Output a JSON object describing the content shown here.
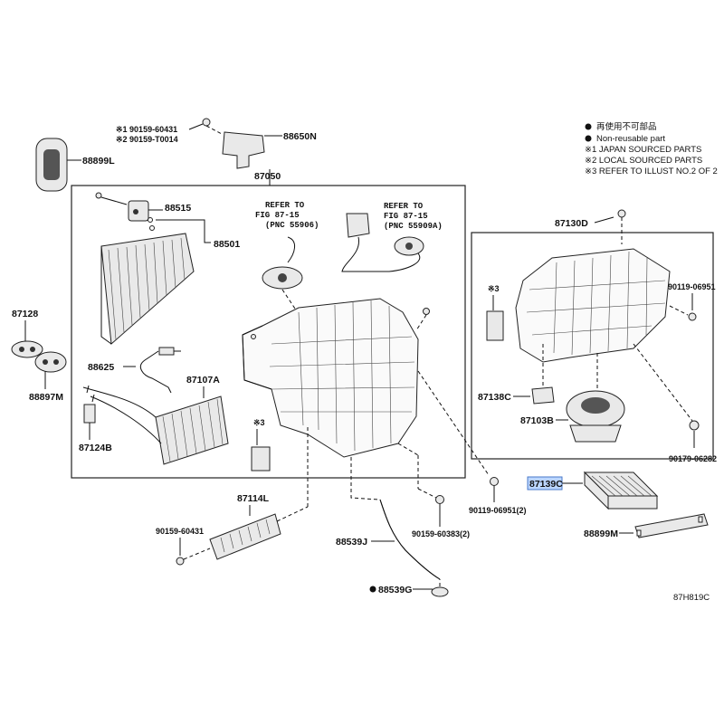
{
  "legend": {
    "line1": "再使用不可部品",
    "line2": "Non-reusable part",
    "line3": "※1 JAPAN SOURCED PARTS",
    "line4": "※2 LOCAL SOURCED PARTS",
    "line5": "※3 REFER TO ILLUST NO.2 OF 2"
  },
  "labels": {
    "p88899L": "88899L",
    "p88650N": "88650N",
    "bolt1": "※1 90159-60431",
    "bolt2": "※2 90159-T0014",
    "p87050": "87050",
    "p88515": "88515",
    "p88501": "88501",
    "p87128": "87128",
    "p88897M": "88897M",
    "p88625": "88625",
    "p87107A": "87107A",
    "p87124B": "87124B",
    "p87114L": "87114L",
    "p90159_60431": "90159-60431",
    "p88539J": "88539J",
    "p88539G": "88539G",
    "p90159_60383": "90159-60383(2)",
    "p90119_06951_2": "90119-06951(2)",
    "p87130D": "87130D",
    "p90119_06951": "90119-06951",
    "p87138C": "87138C",
    "p87103B": "87103B",
    "p90179_06282": "90179-06282",
    "p87139C": "87139C",
    "p88899M": "88899M",
    "mark3a": "※3",
    "mark3b": "※3",
    "code": "87H819C"
  },
  "refs": {
    "a1": "REFER TO",
    "a2": "FIG 87-15",
    "a3": "(PNC 55906)",
    "b1": "REFER TO",
    "b2": "FIG 87-15",
    "b3": "(PNC 55909A)"
  }
}
